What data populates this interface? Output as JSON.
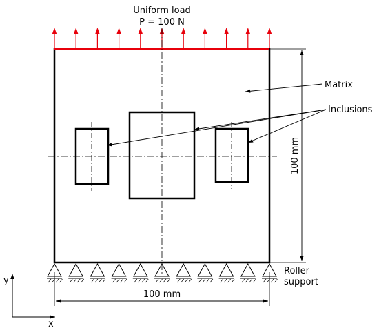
{
  "load": {
    "title": "Uniform load",
    "value": "P = 100 N",
    "arrow_count": 11,
    "color": "#e8000b"
  },
  "labels": {
    "matrix": "Matrix",
    "inclusions": "Inclusions",
    "roller_line1": "Roller",
    "roller_line2": "support"
  },
  "dimensions": {
    "width": "100 mm",
    "height": "100 mm"
  },
  "axes": {
    "x": "x",
    "y": "y"
  },
  "supports": {
    "count": 11
  }
}
